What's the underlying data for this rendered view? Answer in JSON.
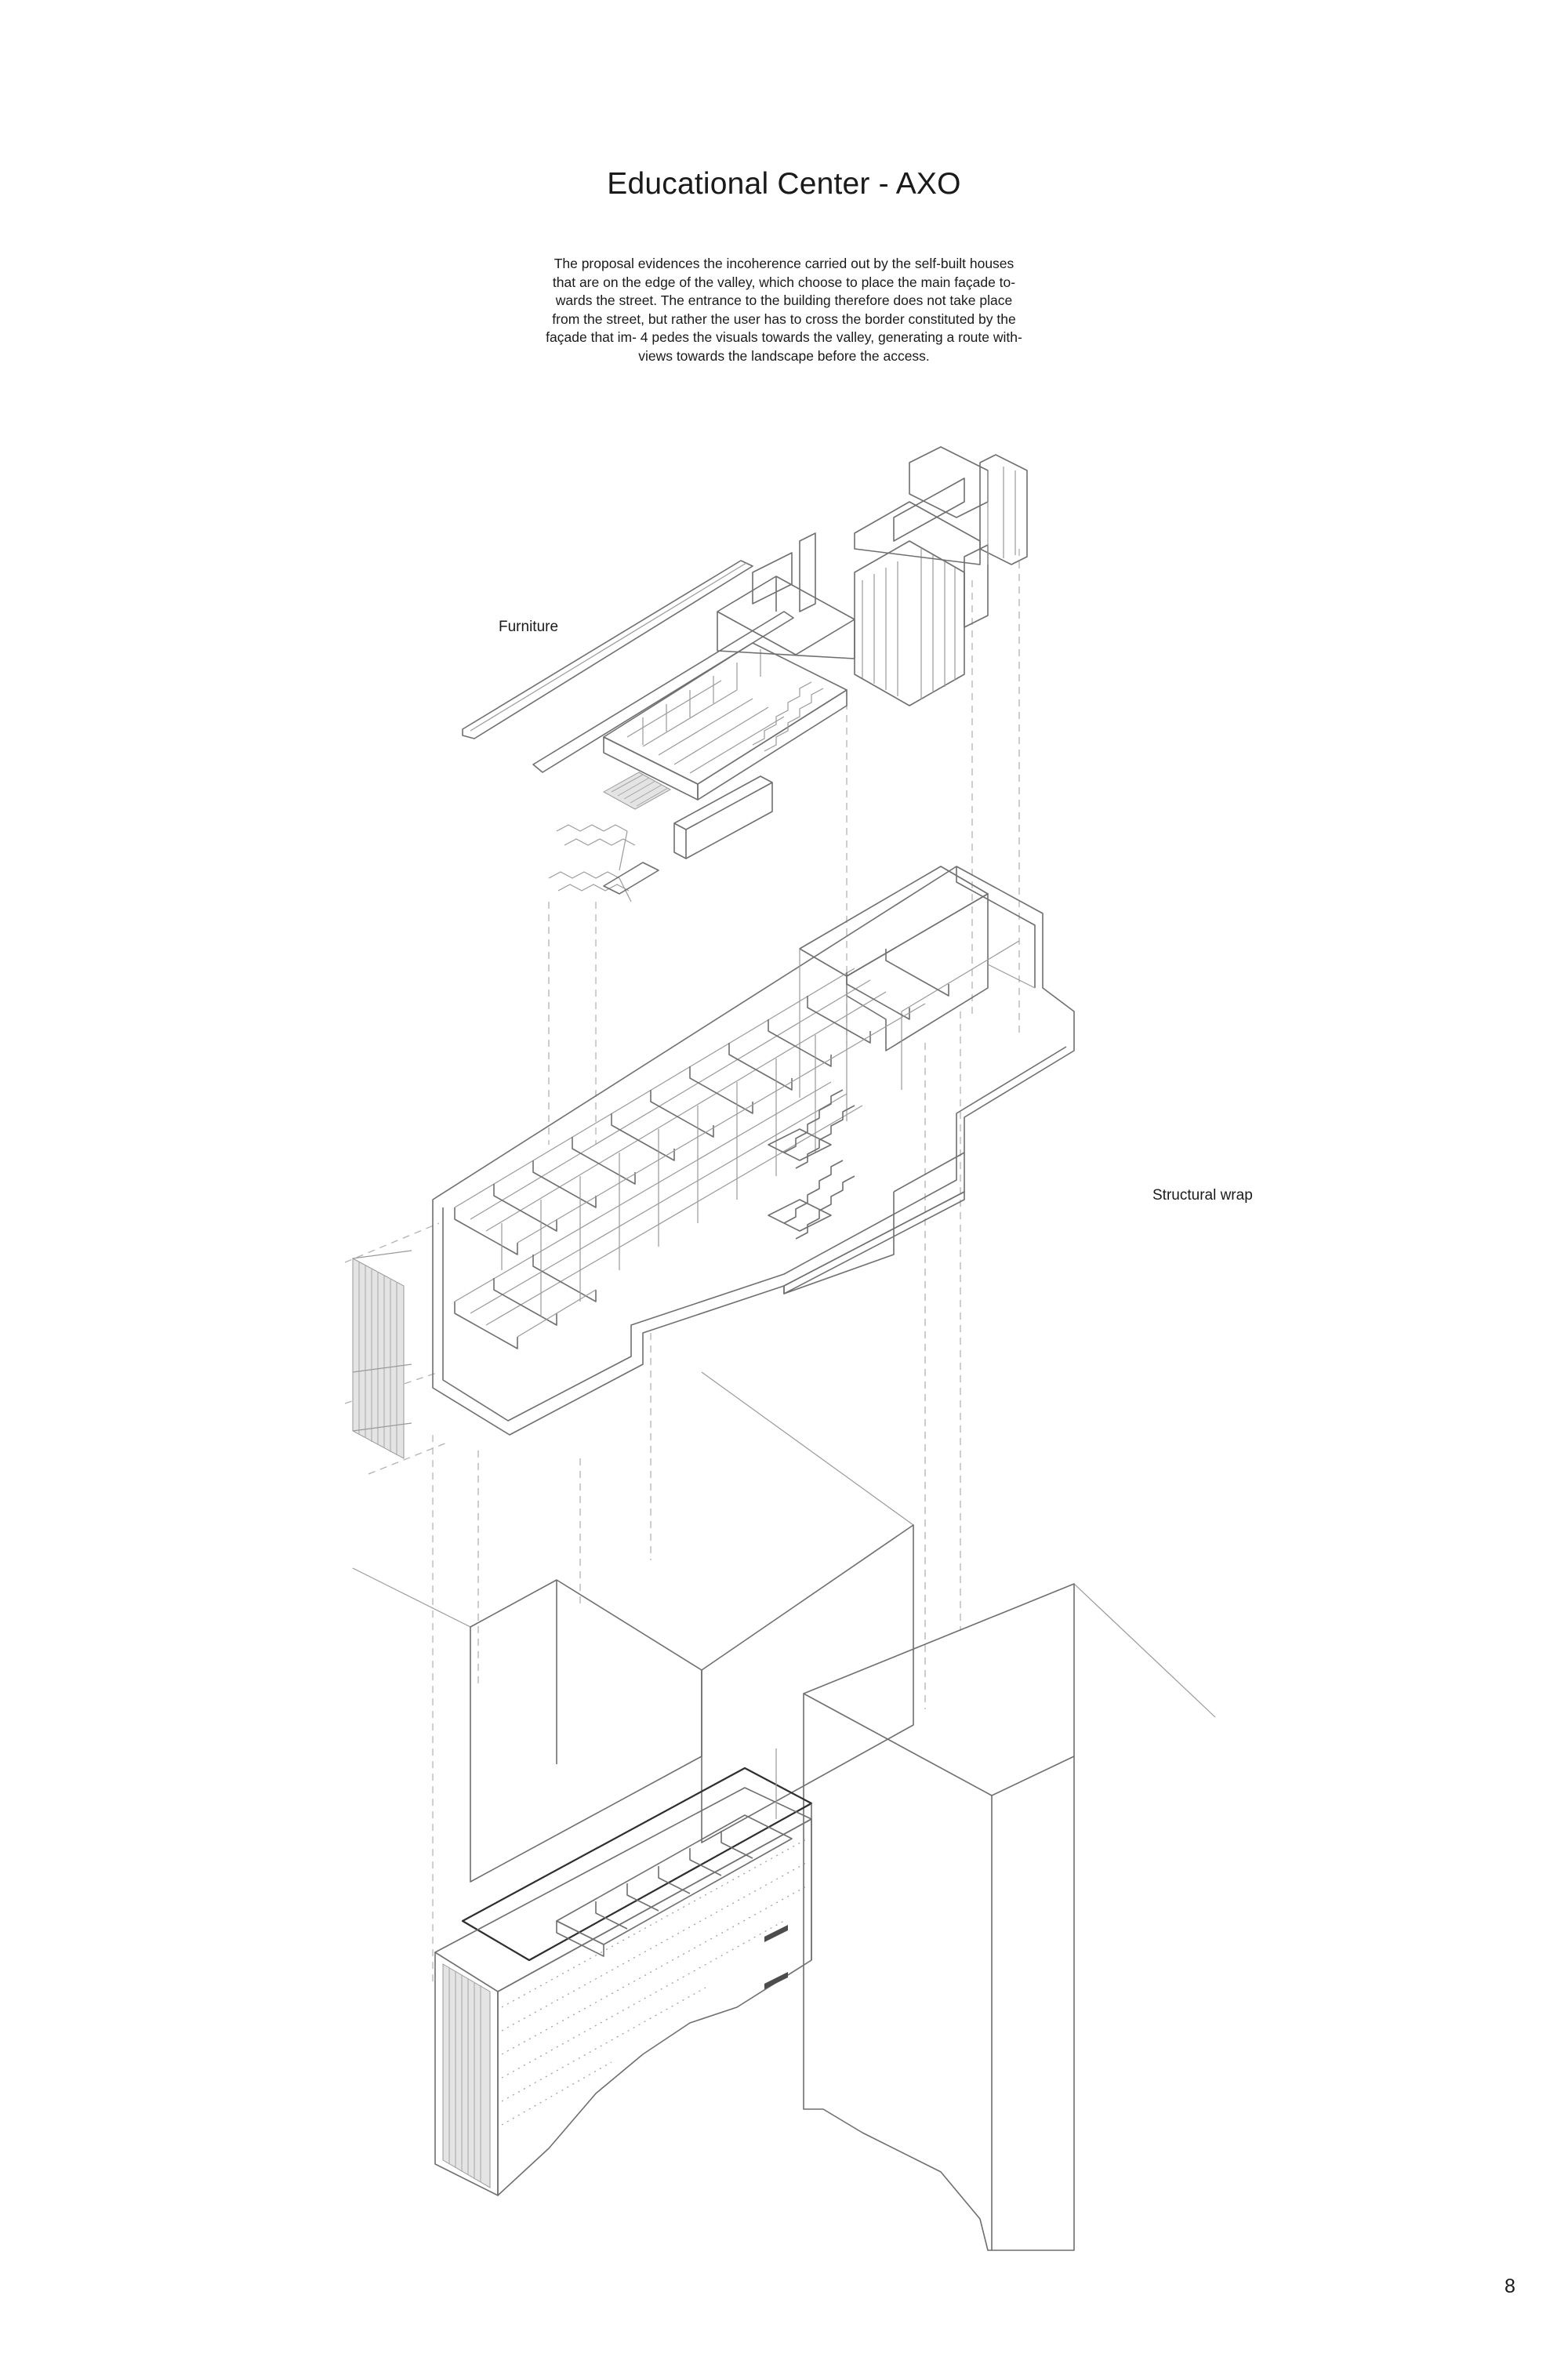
{
  "document": {
    "title": "Educational Center - AXO",
    "description": "The proposal evidences the incoherence carried out by the self-built houses\nthat are on the edge of the valley, which choose to place the main façade to-\nwards the street. The entrance to the building therefore does not take place\nfrom the street, but rather the user has to cross the border constituted by the\nfaçade that im- 4 pedes the visuals towards the valley, generating a route with-\nviews towards the landscape before the access.",
    "labels": {
      "furniture": "Furniture",
      "structural_wrap": "Structural wrap"
    },
    "page_number": "8"
  }
}
